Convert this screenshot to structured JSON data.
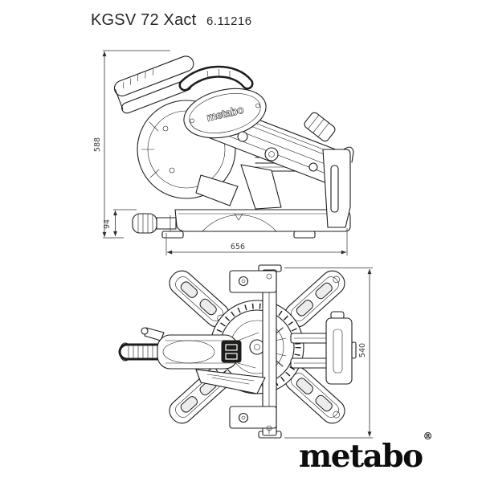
{
  "header": {
    "model": "KGSV 72 Xact",
    "article_number": "6.11216"
  },
  "side_view": {
    "machine_label": "metabo",
    "dimensions": {
      "height": "588",
      "table_height": "94",
      "length": "656"
    }
  },
  "top_view": {
    "dimensions": {
      "width": "540"
    }
  },
  "footer_logo": {
    "text": "metabo",
    "registered_mark": "®"
  },
  "colors": {
    "background": "#ffffff",
    "line": "#1d1d1b",
    "dimension_text": "#3c3c3c",
    "logo": "#0d0d0d"
  }
}
